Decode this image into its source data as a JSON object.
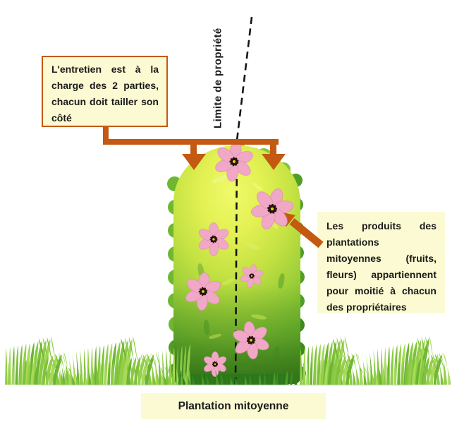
{
  "diagram": {
    "boundary_label": "Limite de propriété",
    "maintenance_note": "L'entretien est à la charge des 2 parties, chacun doit tailler son côté",
    "products_note": "Les produits des plantations mitoyennes (fruits, fleurs) appartiennent pour moitié à chacun des propriétaires",
    "caption": "Plantation mitoyenne"
  },
  "colors": {
    "accent_orange": "#c45911",
    "callout_bg": "#fbfad2",
    "callout_border": "#c45911",
    "text": "#1a1a1a",
    "boundary_line": "#151515",
    "hedge_highlight": "#f0fa6a",
    "hedge_mid": "#9bce38",
    "hedge_edge": "#57a528",
    "hedge_shadow": "#2d771b",
    "flower_pink": "#f0a8c6",
    "flower_center_dark": "#241408",
    "flower_center_yellow": "#f2ca1c",
    "grass_green": "#86c53c"
  }
}
